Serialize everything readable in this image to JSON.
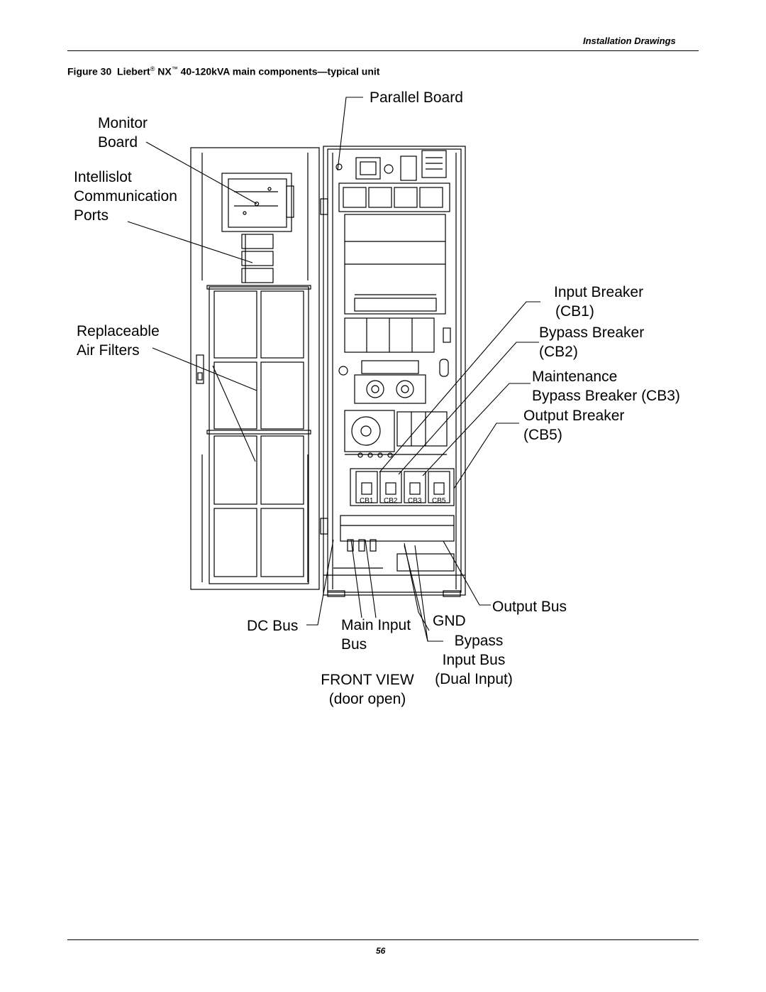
{
  "header": {
    "section": "Installation Drawings"
  },
  "figure": {
    "label": "Figure 30",
    "brand": "Liebert",
    "reg": "®",
    "model": "NX",
    "tm": "™",
    "caption": "40-120kVA main components—typical unit"
  },
  "callouts": {
    "parallel_board": "Parallel Board",
    "monitor_board": [
      "Monitor",
      "Board"
    ],
    "intellislot": [
      "Intellislot",
      "Communication",
      "Ports"
    ],
    "air_filters": [
      "Replaceable",
      "Air Filters"
    ],
    "input_breaker": [
      "Input Breaker",
      "(CB1)"
    ],
    "bypass_breaker": [
      "Bypass Breaker",
      "(CB2)"
    ],
    "maint_bypass": [
      "Maintenance",
      "Bypass Breaker (CB3)"
    ],
    "output_breaker": [
      "Output Breaker",
      "(CB5)"
    ],
    "output_bus": "Output Bus",
    "gnd": "GND",
    "dc_bus": "DC Bus",
    "main_input_bus": [
      "Main Input",
      "Bus"
    ],
    "bypass_input_bus": [
      "Bypass",
      "Input Bus",
      "(Dual Input)"
    ],
    "front_view": [
      "FRONT VIEW",
      "(door open)"
    ]
  },
  "breaker_labels": [
    "CB1",
    "CB2",
    "CB3",
    "CB5"
  ],
  "page_number": "56"
}
